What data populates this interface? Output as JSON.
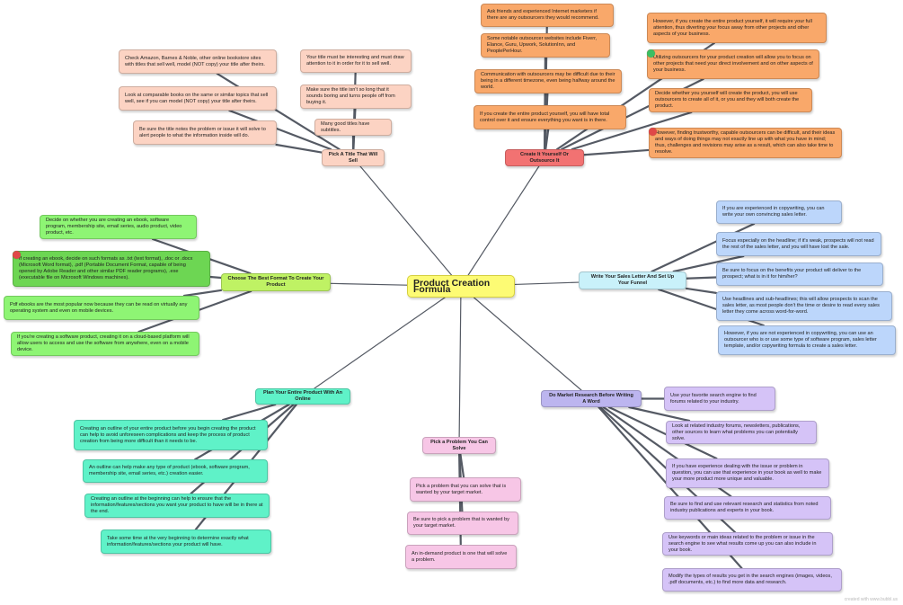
{
  "mindmap": {
    "center": "Product Creation Formula",
    "colors": {
      "line": "#555a64",
      "peach": "#fcd3c3",
      "orange": "#f9a86a",
      "red": "#f27272",
      "blue": "#bcd6fb",
      "cyan": "#c9f1fa",
      "purple": "#d5c3f7",
      "lavender": "#bcb5ef",
      "pink": "#f7c6e6",
      "teal": "#5ff2c8",
      "green": "#6dd653",
      "lightgreen": "#8ef574"
    },
    "branches": {
      "title": {
        "label": "Pick A Title That Will Sell",
        "items": [
          "Check Amazon, Barnes & Noble, other online bookstore sites with titles that sell well, model (NOT copy) your title after theirs.",
          "Look at comparable books on the same or similar topics that sell well, see if you can model (NOT copy) your title after theirs.",
          "Be sure the title notes the problem or issue it will solve to alert people to what the information inside will do.",
          "Your title must be interesting and must draw attention to it in order for it to sell well.",
          "Make sure the title isn't so long that it sounds boring and turns people off from buying it.",
          "Many good titles have subtitles."
        ]
      },
      "create": {
        "label": "Create It Yourself Or Outsource It",
        "items": [
          "Ask friends and experienced Internet marketers if there are any outsourcers they would recommend.",
          "Some notable outsourcer websites include Fiverr, Elance, Guru, Upwork, SolutionInn, and PeoplePerHour.",
          "Communication with outsourcers may be difficult due to their being in a different timezone, even being halfway around the world.",
          "If you create the entire product yourself, you will have total control over it and ensure everything you want is in there.",
          "However, if you create the entire product yourself, it will require your full attention, thus diverting your focus away from other projects and other aspects of your business.",
          "Utilizing outsourcers for your product creation will allow you to focus on other projects that need your direct involvement and on other aspects of your business.",
          "Decide whether you yourself will create the product, you will use outsourcers to create all of it, or you and they will both create the product.",
          "However, finding trustworthy, capable outsourcers can be difficult, and their ideas and ways of doing things may not exactly line up with what you have in mind; thus, challenges and revisions may arise as a result, which can also take time to resolve."
        ]
      },
      "sales": {
        "label": "Write Your Sales Letter And Set Up Your Funnel",
        "items": [
          "If you are experienced in copywriting, you can write your own convincing sales letter.",
          "Focus especially on the headline; if it's weak, prospects will not read the rest of the sales letter, and you will have lost the sale.",
          "Be sure to focus on the benefits your product will deliver to the prospect; what is in it for him/her?",
          "Use headlines and sub-headlines; this will allow prospects to scan the sales letter, as most people don't the time or desire to read every sales letter they come across word-for-word.",
          "However, if you are not experienced in copywriting, you can use an outsourcer who is or use some type of software program, sales letter template, and/or copywriting formula to create a sales letter."
        ]
      },
      "research": {
        "label": "Do Market Research Before Writing A Word",
        "items": [
          "Use your favorite search engine to find forums related to your industry.",
          "Look at related industry forums, newsletters, publications, other sources to learn what problems you can potentially solve.",
          "If you have experience dealing with the issue or problem in question, you can use that experience in your book as well to make your more product more unique and valuable.",
          "Be sure to find and use relevant research and statistics from noted industry publications and experts in your book.",
          "Use keywords or main ideas related to the problem or issue in the search engine to see what results come up you can also include in your book.",
          "Modify the types of results you get in the search engines (images, videos, .pdf documents, etc.) to find more data and research."
        ]
      },
      "problem": {
        "label": "Pick a Problem You Can Solve",
        "items": [
          "Pick a problem that you can solve that is wanted by your target market.",
          "Be sure to pick a problem that is wanted by your target market.",
          "An in-demand product is one that will solve a problem."
        ]
      },
      "plan": {
        "label": "Plan Your Entire Product With An Online",
        "items": [
          "Creating an outline of your entire product before you begin creating the product can help to avoid unforeseen complications and keep the process of product creation from being more difficult than it needs to be.",
          "An outline can help make any type of product (ebook, software program, membership site, email series, etc.) creation easier.",
          "Creating an outline at the beginning can help to ensure that the information/features/sections you want your product to have will be in there at the end.",
          "Take some time at the very beginning to determine exactly what information/features/sections your product will have."
        ]
      },
      "format": {
        "label": "Choose The Best Format To Create Your Product",
        "items": [
          "Decide on whether you are creating an ebook, software program, membership site, email series, audio product, video product, etc.",
          "If creating an ebook, decide on such formats as .txt (text format), .doc or .docx (Microsoft Word format), .pdf (Portable Document Format, capable of being opened by Adobe Reader and other similar PDF reader programs), .exe (executable file on Microsoft Windows machines).",
          "Pdf ebooks are the most popular now because they can be read on virtually any operating system and even on mobile devices.",
          "If you're creating a software product, creating it on a cloud-based platform will allow users to access and use the software from anywhere, even on a mobile device."
        ]
      }
    },
    "footer": "created with www.bubbl.us"
  }
}
